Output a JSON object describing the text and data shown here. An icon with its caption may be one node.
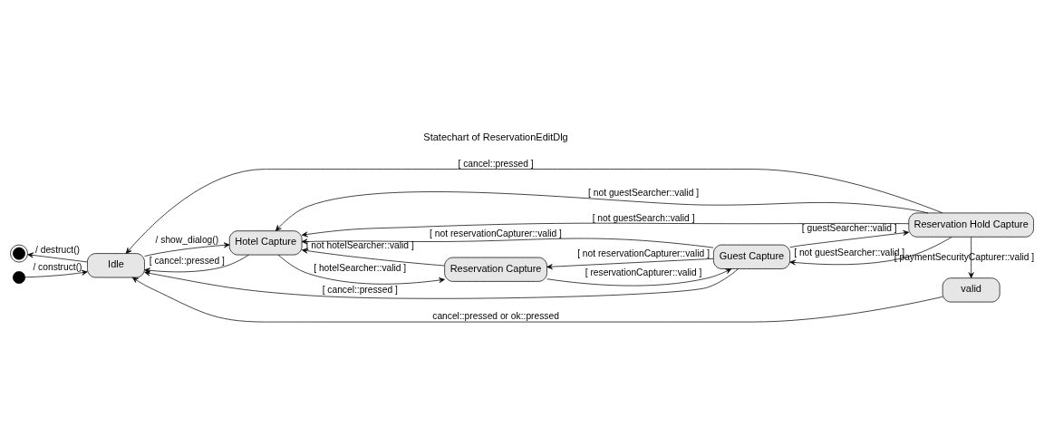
{
  "diagram": {
    "nodes": [
      {
        "text": [],
        "shape": "circle"
      },
      {
        "text": [],
        "shape": "circle"
      },
      {
        "text": [
          "Idle"
        ]
      },
      {
        "text": [
          "valid"
        ]
      },
      {
        "text": [
          "Hotel Capture"
        ]
      },
      {
        "text": [
          "Reservation Capture"
        ]
      },
      {
        "text": [
          "Guest Capture"
        ]
      },
      {
        "text": [
          "Reservation Hold Capture"
        ]
      }
    ],
    "edges": [
      {
        "from": 2,
        "to": 0,
        "arrow": "to",
        "label": "/ destruct()"
      },
      {
        "from": 1,
        "to": 2,
        "arrow": "to",
        "label": "/ construct()"
      },
      {
        "from": 3,
        "to": 2,
        "arrow": "to",
        "label": "cancel::pressed or ok::pressed"
      },
      {
        "from": 2,
        "to": 4,
        "arrow": "to",
        "label": "/ show_dialog()"
      },
      {
        "from": 4,
        "to": 2,
        "arrow": "to",
        "label": "[ cancel::pressed ]"
      },
      {
        "from": 6,
        "to": 2,
        "arrow": "to",
        "label": "[ cancel::pressed ]"
      },
      {
        "from": 7,
        "to": 2,
        "arrow": "to",
        "label": "[ cancel::pressed ]"
      },
      {
        "from": 7,
        "to": 3,
        "arrow": "to",
        "label": "[ paymentSecurityCapturer::valid ]"
      },
      {
        "from": 4,
        "to": 5,
        "arrow": "to",
        "label": "[ hotelSearcher::valid ]"
      },
      {
        "from": 5,
        "to": 6,
        "arrow": "to",
        "label": "[ reservationCapturer::valid ]"
      },
      {
        "from": 6,
        "to": 7,
        "arrow": "to",
        "label": "[ guestSearcher::valid ]"
      },
      {
        "from": 5,
        "to": 4,
        "arrow": "to",
        "label": "[ not hotelSearcher::valid ]"
      },
      {
        "from": 6,
        "to": 5,
        "arrow": "to",
        "label": "[ not reservationCapturer::valid ]"
      },
      {
        "from": 6,
        "to": 4,
        "arrow": "to",
        "label": "[ not reservationCapturer::valid ]"
      },
      {
        "from": 7,
        "to": 6,
        "arrow": "to",
        "label": "[ not guestSearcher::valid ]"
      },
      {
        "from": 7,
        "to": 4,
        "arrow": "to",
        "label": "[ not guestSearcher::valid ]"
      },
      {
        "from": 7,
        "to": 4,
        "arrow": "to",
        "label": "[ not guestSearch::valid ]"
      }
    ],
    "labels": [
      "Statechart of ReservationEditDlg"
    ]
  }
}
